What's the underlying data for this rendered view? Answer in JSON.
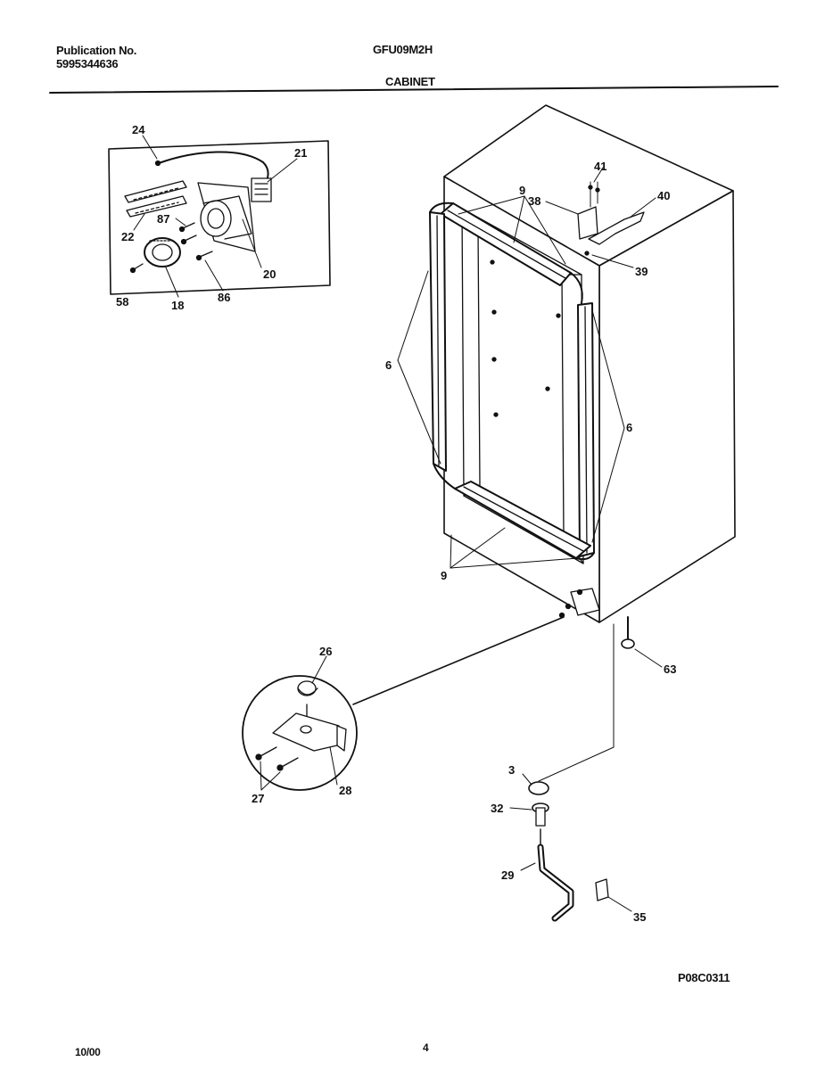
{
  "header": {
    "publication_label": "Publication No.",
    "publication_number": "5995344636",
    "model": "GFU09M2H",
    "section": "CABINET"
  },
  "footer": {
    "date": "10/00",
    "page": "4",
    "drawing_code": "P08C0311"
  },
  "callouts": {
    "c24": "24",
    "c21": "21",
    "c87": "87",
    "c22": "22",
    "c20": "20",
    "c58": "58",
    "c18": "18",
    "c86": "86",
    "c9_top": "9",
    "c41": "41",
    "c38": "38",
    "c40": "40",
    "c39": "39",
    "c6_left": "6",
    "c6_right": "6",
    "c9_bottom": "9",
    "c63": "63",
    "c26": "26",
    "c27": "27",
    "c28": "28",
    "c3": "3",
    "c32": "32",
    "c29": "29",
    "c35": "35"
  }
}
